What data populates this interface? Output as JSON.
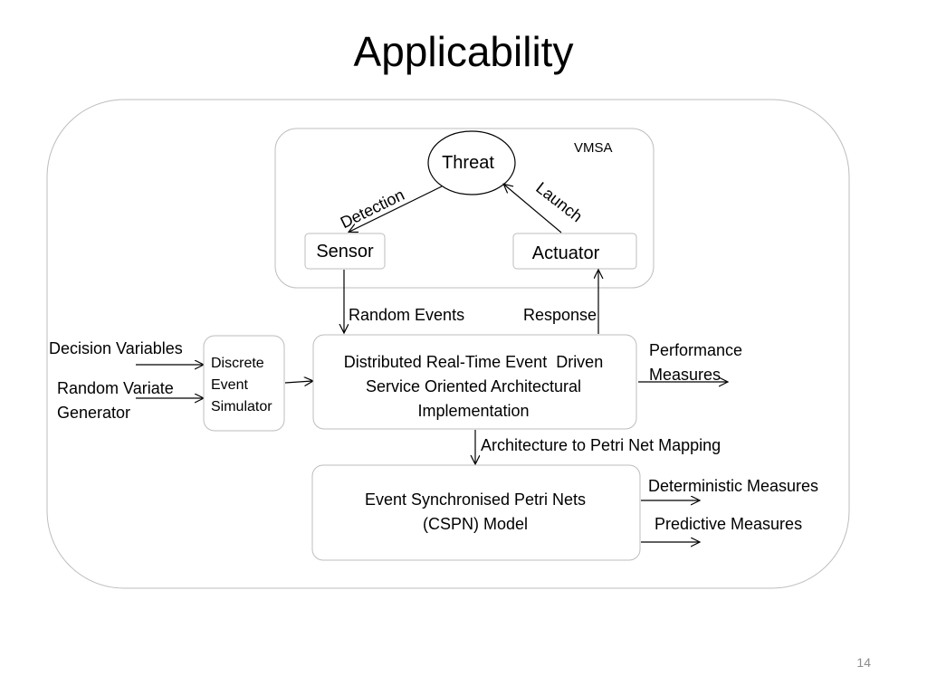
{
  "title": "Applicability",
  "vmsa": {
    "label": "VMSA",
    "threat": "Threat",
    "sensor": "Sensor",
    "actuator": "Actuator",
    "detection": "Detection",
    "launch": "Launch"
  },
  "flow": {
    "random_events": "Random Events",
    "response": "Response",
    "decision_variables": "Decision Variables",
    "random_variate_1": "Random Variate",
    "random_variate_2": "Generator",
    "simulator_1": "Discrete",
    "simulator_2": "Event",
    "simulator_3": "Simulator",
    "architecture_1": "Distributed Real-Time Event  Driven",
    "architecture_2": "Service Oriented Architectural",
    "architecture_3": "Implementation",
    "performance_1": "Performance",
    "performance_2": "Measures",
    "mapping": "Architecture to Petri Net Mapping",
    "petri_1": "Event Synchronised Petri Nets",
    "petri_2": "(CSPN) Model",
    "deterministic": "Deterministic Measures",
    "predictive": "Predictive Measures"
  },
  "page_number": "14"
}
